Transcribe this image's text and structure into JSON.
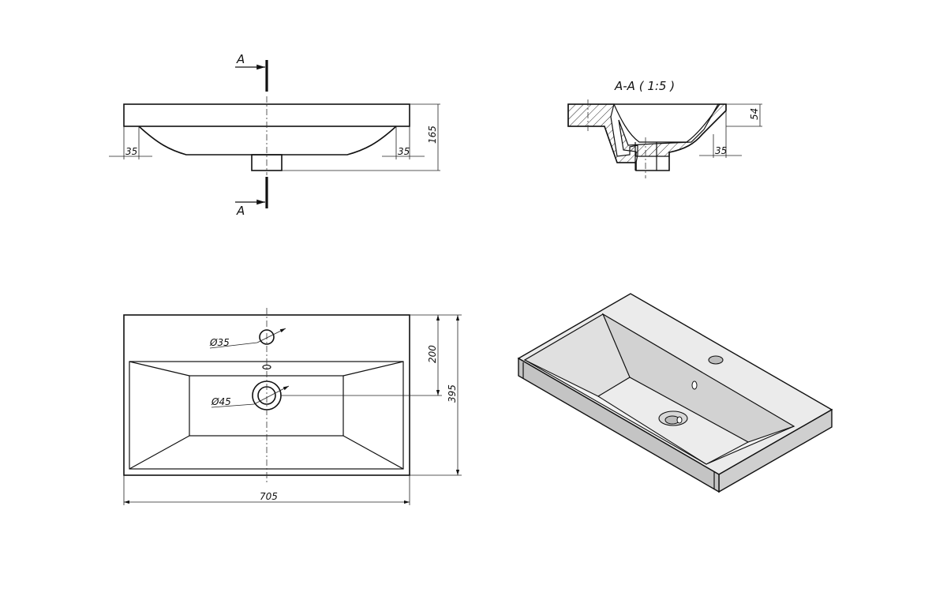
{
  "section": {
    "mark_top": "A",
    "mark_bottom": "A",
    "title": "A-A ( 1:5 )"
  },
  "front_view": {
    "dim_left": "35",
    "dim_right": "35",
    "dim_height": "165"
  },
  "section_view": {
    "dim_rim": "54",
    "dim_right": "35"
  },
  "top_view": {
    "tap_hole": "Ø35",
    "drain_hole": "Ø45",
    "dim_depth_to_drain": "200",
    "dim_depth": "395",
    "dim_width": "705"
  }
}
